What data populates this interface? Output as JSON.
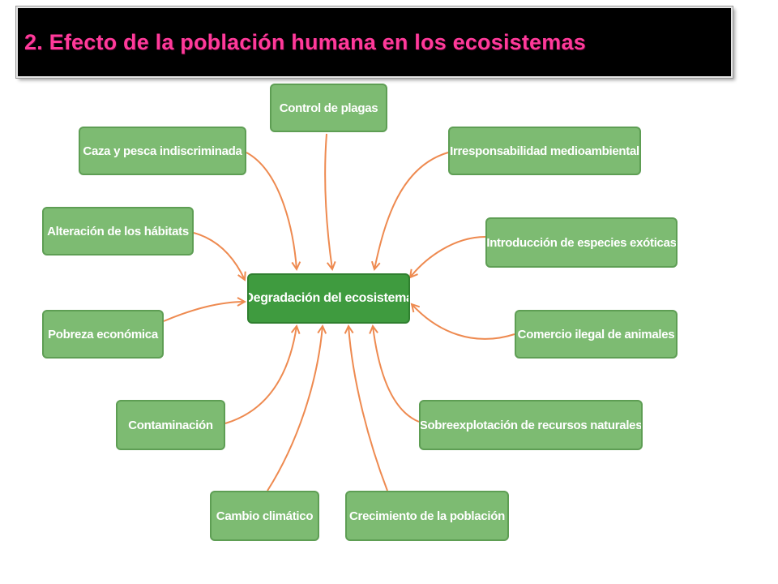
{
  "title": "2. Efecto de la población humana en los ecosistemas",
  "colors": {
    "title_text": "#ff3a9a",
    "title_background": "#000000",
    "box_fill": "#7dbb72",
    "center_fill": "#3f9b3f",
    "arrow": "#ee8a50"
  },
  "center": "Degradación del ecosistema",
  "causes": [
    "Control de plagas",
    "Caza y pesca indiscriminada",
    "Irresponsabilidad medioambiental",
    "Alteración de los hábitats",
    "Introducción de especies exóticas",
    "Pobreza económica",
    "Comercio ilegal de animales",
    "Contaminación",
    "Sobreexplotación de recursos naturales",
    "Cambio climático",
    "Crecimiento de la población"
  ]
}
